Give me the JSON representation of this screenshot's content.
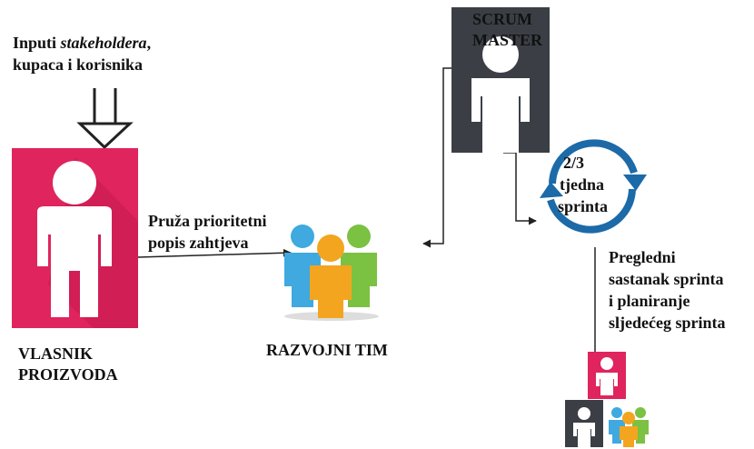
{
  "stakeholder_input": {
    "prefix": "Inputi ",
    "italic": "stakeholdera",
    "suffix": ",",
    "line2": "kupaca i korisnika"
  },
  "product_owner": {
    "line1": "VLASNIK",
    "line2": "PROIZVODA"
  },
  "prioritized_list": {
    "line1": "Pruža prioritetni",
    "line2": "popis zahtjeva"
  },
  "dev_team": {
    "label": "RAZVOJNI TIM"
  },
  "scrum_master": {
    "line1": "SCRUM",
    "line2": "MASTER"
  },
  "sprint_cycle": {
    "line1": "2/3",
    "line2": "tjedna",
    "line3": "sprinta"
  },
  "sprint_review": {
    "line1": "Pregledni",
    "line2": "sastanak sprinta",
    "line3": "i planiranje",
    "line4": "sljedećeg sprinta"
  },
  "colors": {
    "product_owner": "#e0245e",
    "scrum_master": "#3b3f45",
    "team_blue": "#3fa9e0",
    "team_orange": "#f3a51f",
    "team_green": "#7bc142",
    "cycle_blue": "#1c6aa8",
    "arrow": "#222222"
  }
}
